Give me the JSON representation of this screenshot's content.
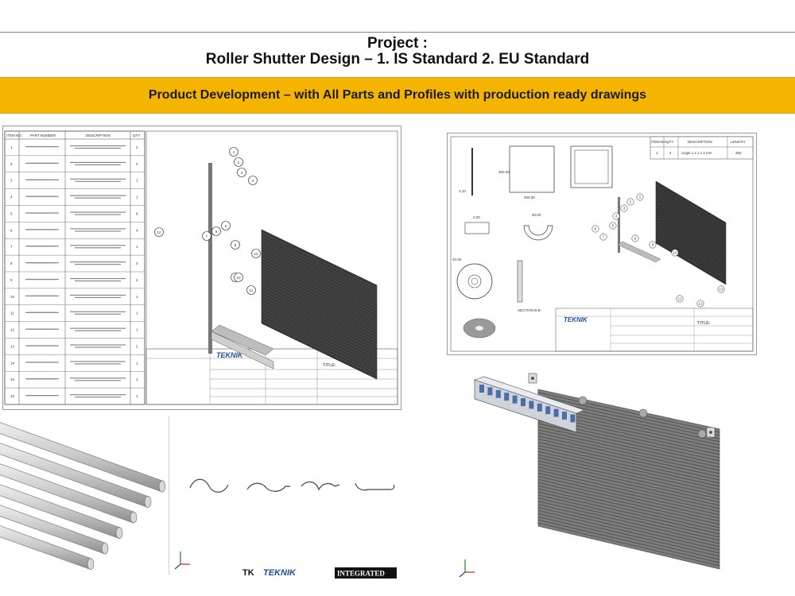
{
  "header": {
    "title_line1": "Project :",
    "title_line2": "Roller Shutter Design  –  1. IS Standard  2. EU Standard",
    "banner": "Product Development – with All Parts and Profiles with production ready drawings"
  },
  "drawing_left": {
    "bom_headers": [
      "ITEM NO.",
      "PART NUMBER",
      "DESCRIPTION",
      "QTY."
    ],
    "bom_rows": [
      {
        "no": "1",
        "qty": "2"
      },
      {
        "no": "2",
        "qty": "2"
      },
      {
        "no": "3",
        "qty": "1"
      },
      {
        "no": "4",
        "qty": "1"
      },
      {
        "no": "5",
        "qty": "8"
      },
      {
        "no": "6",
        "qty": "4"
      },
      {
        "no": "7",
        "qty": "1"
      },
      {
        "no": "8",
        "qty": "2"
      },
      {
        "no": "9",
        "qty": "2"
      },
      {
        "no": "10",
        "qty": "1"
      },
      {
        "no": "11",
        "qty": "1"
      },
      {
        "no": "12",
        "qty": "1"
      },
      {
        "no": "13",
        "qty": "2"
      },
      {
        "no": "14",
        "qty": "1"
      },
      {
        "no": "15",
        "qty": "1"
      },
      {
        "no": "16",
        "qty": "1"
      }
    ],
    "logo": "TEKNIK",
    "block_label": "TITLE:",
    "balloons": [
      "1",
      "2",
      "3",
      "4",
      "5",
      "6",
      "7",
      "8",
      "9",
      "10",
      "11",
      "12",
      "13"
    ]
  },
  "drawing_right": {
    "table_headers": [
      "ITEM NO.",
      "QTY.",
      "DESCRIPTION",
      "LENGTH"
    ],
    "table_row": [
      "1",
      "4",
      "Angle 1 x 1 x 3 mm",
      "300"
    ],
    "dims": [
      "300.00",
      "300.00",
      "4.00",
      "3.10",
      "50.00",
      "40.00"
    ],
    "section_label": "SECTION B-B",
    "logo": "TEKNIK",
    "block_label": "TITLE:",
    "balloons": [
      "1",
      "2",
      "3",
      "4",
      "5",
      "6",
      "7",
      "8",
      "9",
      "10",
      "11",
      "12",
      "13"
    ]
  },
  "footer_logos": {
    "tk": "TK",
    "teknik": "TEKNIK",
    "integrated": "INTEGRATED"
  },
  "colors": {
    "banner": "#f5b400",
    "logo_blue": "#1b4f9c"
  }
}
